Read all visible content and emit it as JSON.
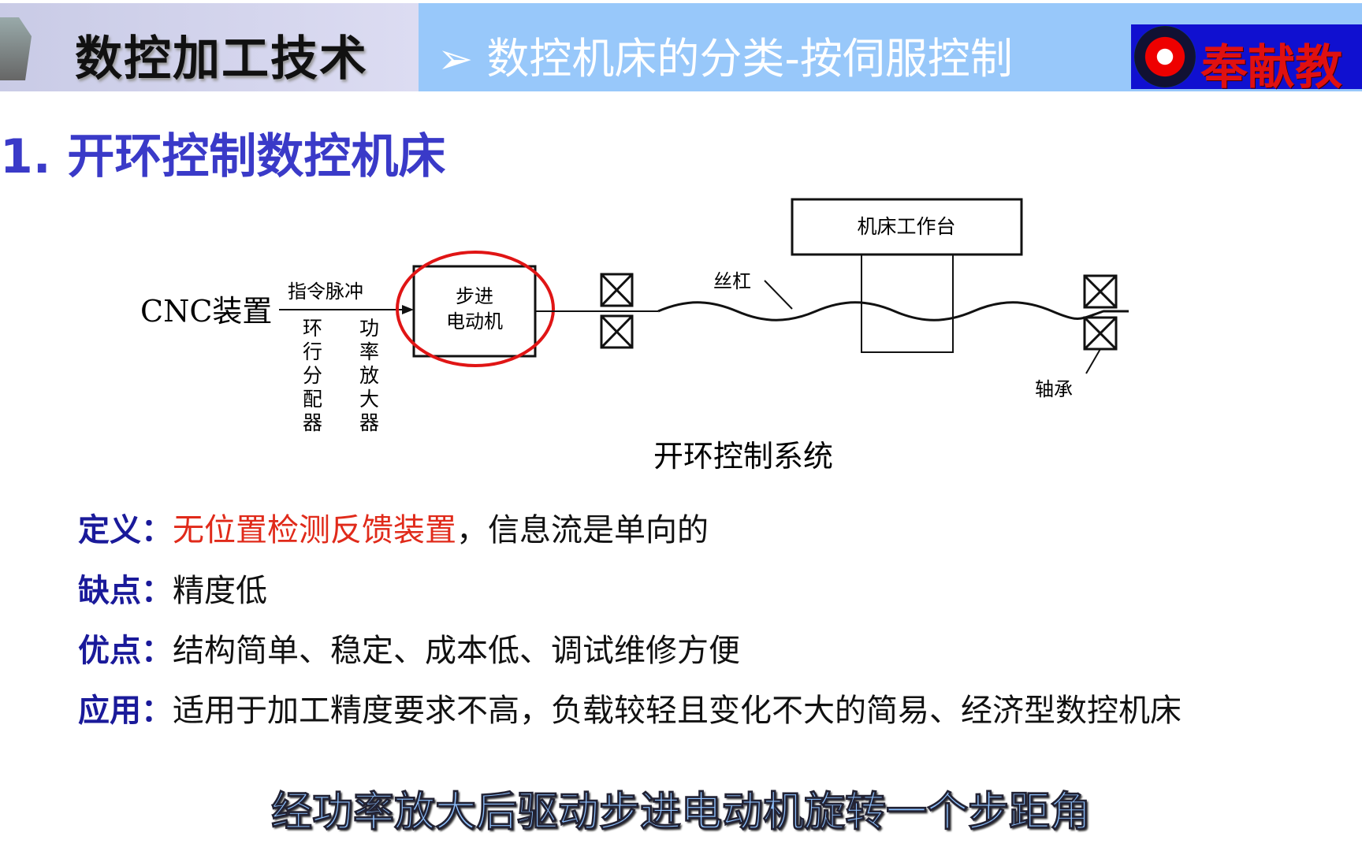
{
  "header": {
    "course_title": "数控加工技术",
    "section_title": "➢ 数控机床的分类-按伺服控制",
    "logo_text": "奉献教"
  },
  "title": "1. 开环控制数控机床",
  "diagram": {
    "cnc": "CNC装置",
    "pulse": "指令脉冲",
    "distributor": [
      "环",
      "行",
      "分",
      "配",
      "器"
    ],
    "amplifier": [
      "功",
      "率",
      "放",
      "大",
      "器"
    ],
    "motor_line1": "步进",
    "motor_line2": "电动机",
    "table": "机床工作台",
    "screw": "丝杠",
    "bearing": "轴承",
    "caption": "开环控制系统"
  },
  "points": [
    {
      "label": "定义：",
      "highlight": "无位置检测反馈装置",
      "text": "，信息流是单向的"
    },
    {
      "label": "缺点：",
      "text": "精度低"
    },
    {
      "label": "优点：",
      "text": "结构简单、稳定、成本低、调试维修方便"
    },
    {
      "label": "应用：",
      "text": "适用于加工精度要求不高，负载较轻且变化不大的简易、经济型数控机床"
    }
  ],
  "subtitle": "经功率放大后驱动步进电动机旋转一个步距角",
  "colors": {
    "label": "#1a1a9a",
    "highlight": "#e02a1a",
    "title": "#3a3ac8",
    "circle": "#e01515"
  }
}
